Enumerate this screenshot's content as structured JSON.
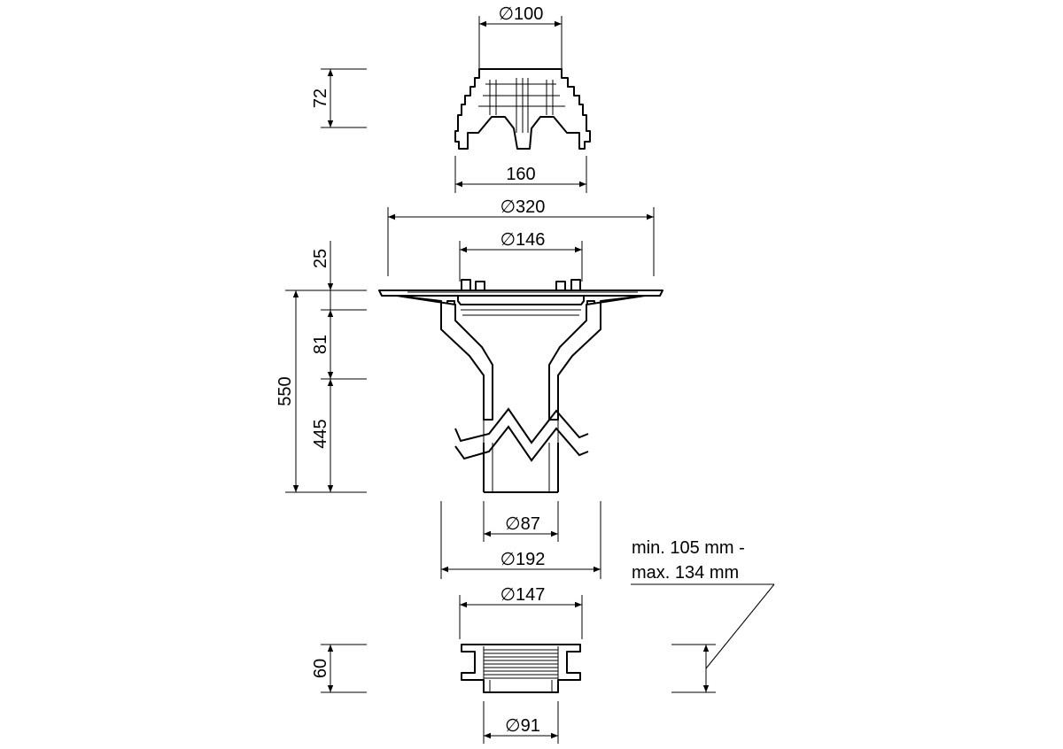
{
  "dimensions": {
    "grate_diameter": "100",
    "grate_height": "72",
    "grate_base_width": "160",
    "flange_diameter": "320",
    "body_inner_diameter": "146",
    "flange_height": "25",
    "total_length": "550",
    "upper_section": "81",
    "pipe_length": "445",
    "pipe_diameter": "87",
    "sleeve_diameter": "192",
    "extension_top_diameter": "147",
    "extension_height": "60",
    "extension_bottom_diameter": "91"
  },
  "note": {
    "line1": "min. 105 mm -",
    "line2": "max. 134 mm"
  },
  "diameter_symbol": "∅"
}
